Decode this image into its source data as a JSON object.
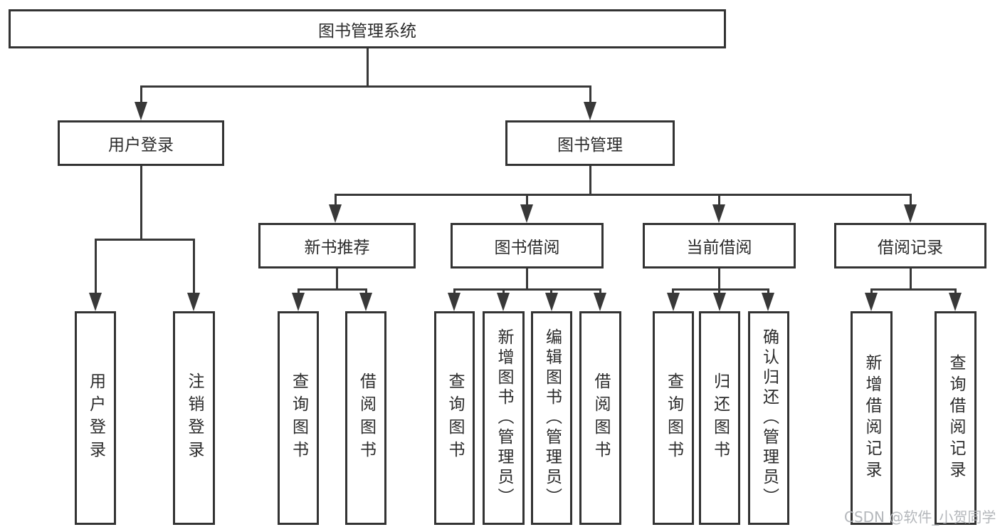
{
  "diagram": {
    "nodes": {
      "root": "图书管理系统",
      "user_login": "用户登录",
      "book_mgmt": "图书管理",
      "new_books": "新书推荐",
      "book_borrow": "图书借阅",
      "current_borrow": "当前借阅",
      "borrow_records": "借阅记录",
      "leaf_user_login": "用户登录",
      "leaf_logout": "注销登录",
      "nb_query_books": "查询图书",
      "nb_borrow_books": "借阅图书",
      "bb_query_books": "查询图书",
      "bb_add_books": "新增图书（管理员）",
      "bb_edit_books": "编辑图书（管理员）",
      "bb_borrow_books": "借阅图书",
      "cb_query_books": "查询图书",
      "cb_return_books": "归还图书",
      "cb_confirm_return": "确认归还（管理员）",
      "br_add_record": "新增借阅记录",
      "br_query_record": "查询借阅记录"
    },
    "hierarchy": {
      "图书管理系统": {
        "用户登录": [
          "用户登录",
          "注销登录"
        ],
        "图书管理": {
          "新书推荐": [
            "查询图书",
            "借阅图书"
          ],
          "图书借阅": [
            "查询图书",
            "新增图书（管理员）",
            "编辑图书（管理员）",
            "借阅图书"
          ],
          "当前借阅": [
            "查询图书",
            "归还图书",
            "确认归还（管理员）"
          ],
          "借阅记录": [
            "新增借阅记录",
            "查询借阅记录"
          ]
        }
      }
    },
    "colors": {
      "line": "#383838",
      "border": "#333333",
      "text": "#2b2b2b",
      "watermark": "#b4b7bb",
      "background": "#ffffff"
    }
  },
  "watermark": {
    "text": "CSDN @软件_小贺同学"
  }
}
